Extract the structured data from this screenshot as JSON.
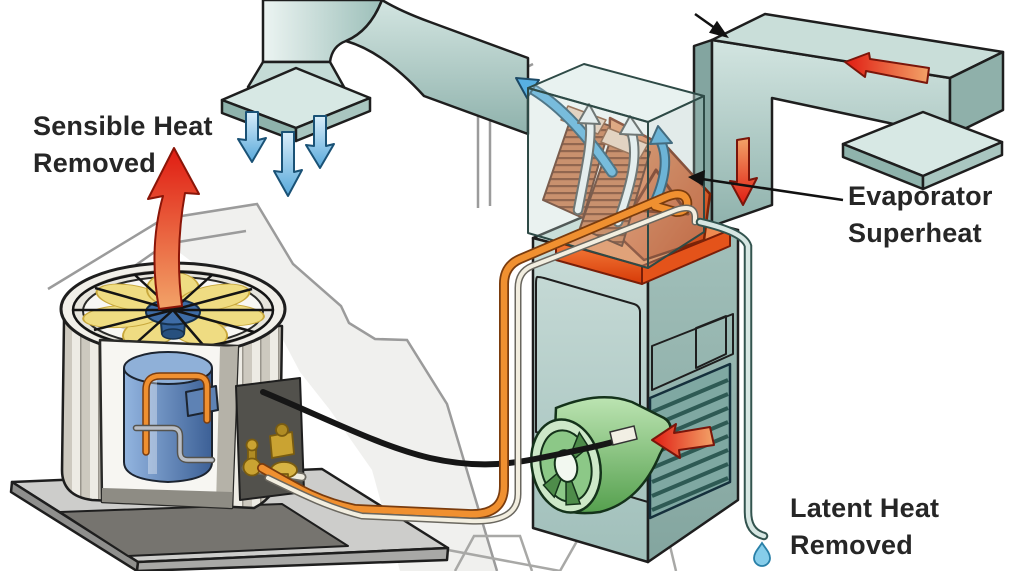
{
  "labels": {
    "sensible_heat": {
      "line1": "Sensible Heat",
      "line2": "Removed"
    },
    "evaporator_superheat": {
      "line1": "Evaporator",
      "line2": "Superheat"
    },
    "latent_heat": {
      "line1": "Latent Heat",
      "line2": "Removed"
    }
  },
  "icons": {
    "red_up_arrow": "heat rising from condenser fan",
    "red_left_arrow_duct": "warm return air entering duct",
    "red_down_arrow_duct": "warm return air descending duct",
    "red_left_arrow_blower": "warm air pulled into blower",
    "blue_down_arrows": "cool supply air from ceiling diffuser",
    "blue_curved_arrows": "cooled air leaving evaporator coil",
    "black_callout_arrow": "pointer into return duct",
    "water_droplet": "condensate drip"
  },
  "colors": {
    "duct_teal": "#a3c4be",
    "cabinet_teal": "#b9d2cd",
    "coil_orange": "#d4541e",
    "tray_orange": "#e85818",
    "arrow_red": "#e01c12",
    "arrow_blue": "#58b0e2",
    "blower_green": "#64b05c",
    "fan_yellow": "#efdc82",
    "compressor_blue": "#4a70a4",
    "brass": "#caa332",
    "line_orange": "#f09030",
    "cable_black": "#161616",
    "pad_gray": "#cdcdcb",
    "outline": "#1e1e1e",
    "wall_gray": "#9b9b9b",
    "text": "#262626"
  }
}
